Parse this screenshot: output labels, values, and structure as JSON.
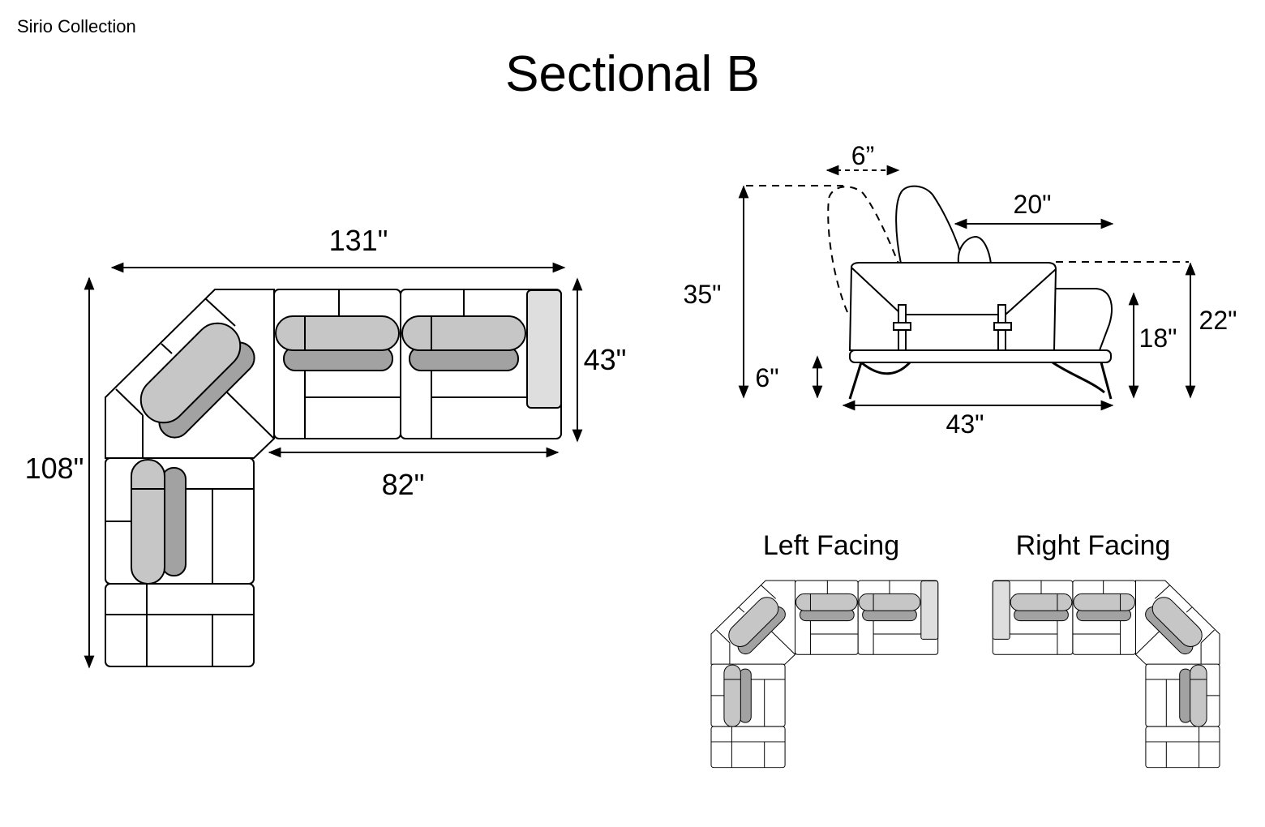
{
  "header": {
    "collection": "Sirio Collection",
    "title": "Sectional B"
  },
  "top_view": {
    "width_overall": "131\"",
    "depth_overall": "108\"",
    "sofa_depth": "43\"",
    "sofa_length": "82\""
  },
  "side_view": {
    "headrest_tilt": "6”",
    "seat_depth": "20\"",
    "total_height": "35\"",
    "leg_height": "6\"",
    "seat_height": "18\"",
    "arm_height": "22\"",
    "depth": "43\""
  },
  "orientations": {
    "left_label": "Left Facing",
    "right_label": "Right Facing"
  },
  "colors": {
    "cushion_light": "#c6c6c6",
    "cushion_dark": "#a2a2a2",
    "armrest": "#dedede",
    "line": "#000000"
  }
}
